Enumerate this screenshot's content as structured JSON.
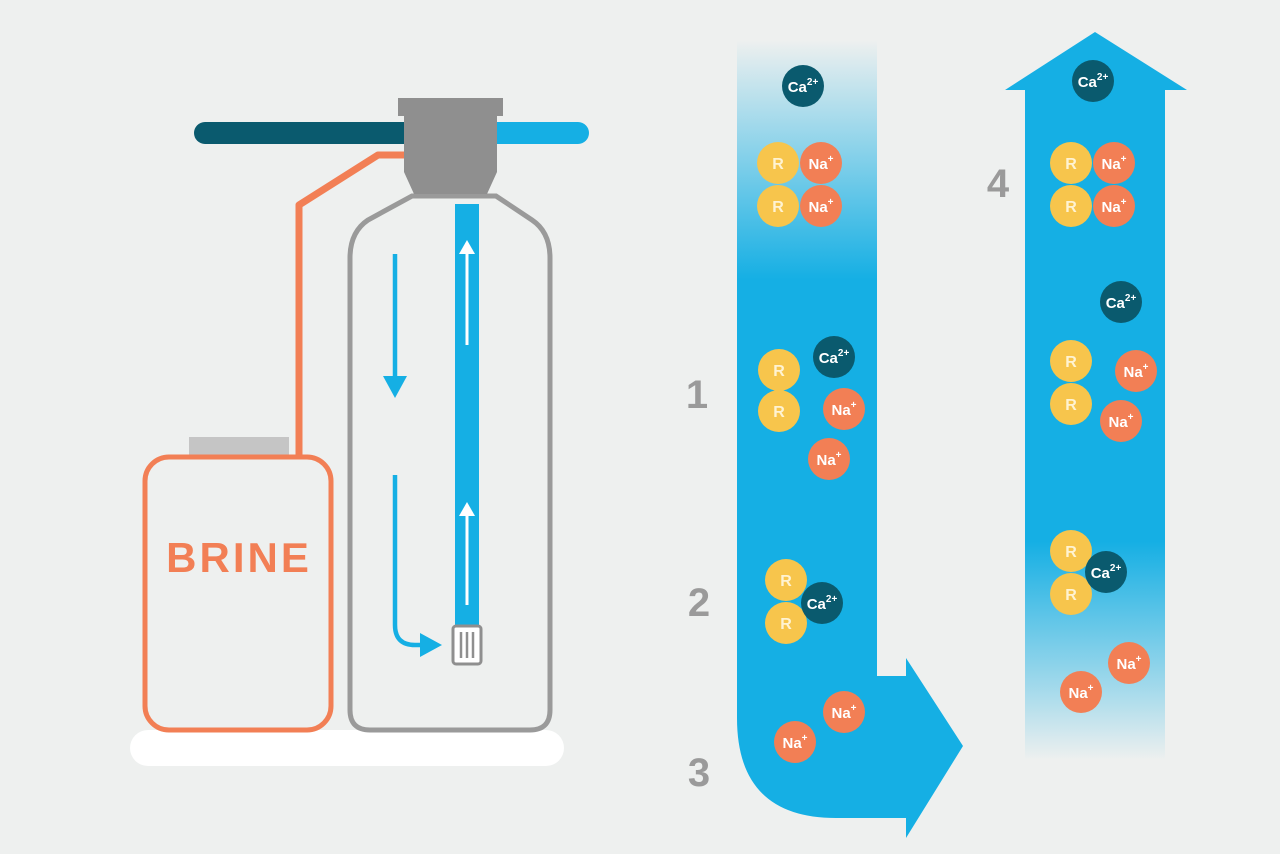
{
  "colors": {
    "background": "#eef0ef",
    "flow_blue": "#15afe4",
    "dark_teal": "#0a5a6e",
    "brine_orange": "#f27f55",
    "resin_yellow": "#f7c54c",
    "sodium_orange": "#f27f55",
    "calcium_teal": "#0a5a6e",
    "tank_gray": "#9a9a9a",
    "step_gray": "#9a9a9a"
  },
  "tank_label": "BRINE",
  "ions": {
    "resin": "R",
    "sodium": "Na",
    "sodium_charge": "+",
    "calcium": "Ca",
    "calcium_charge": "2+"
  },
  "steps": [
    "1",
    "2",
    "3",
    "4"
  ],
  "icons": {
    "flow_down": "arrow-down-icon",
    "flow_up": "arrow-up-icon",
    "flow_turn": "arrow-turn-right-icon"
  }
}
